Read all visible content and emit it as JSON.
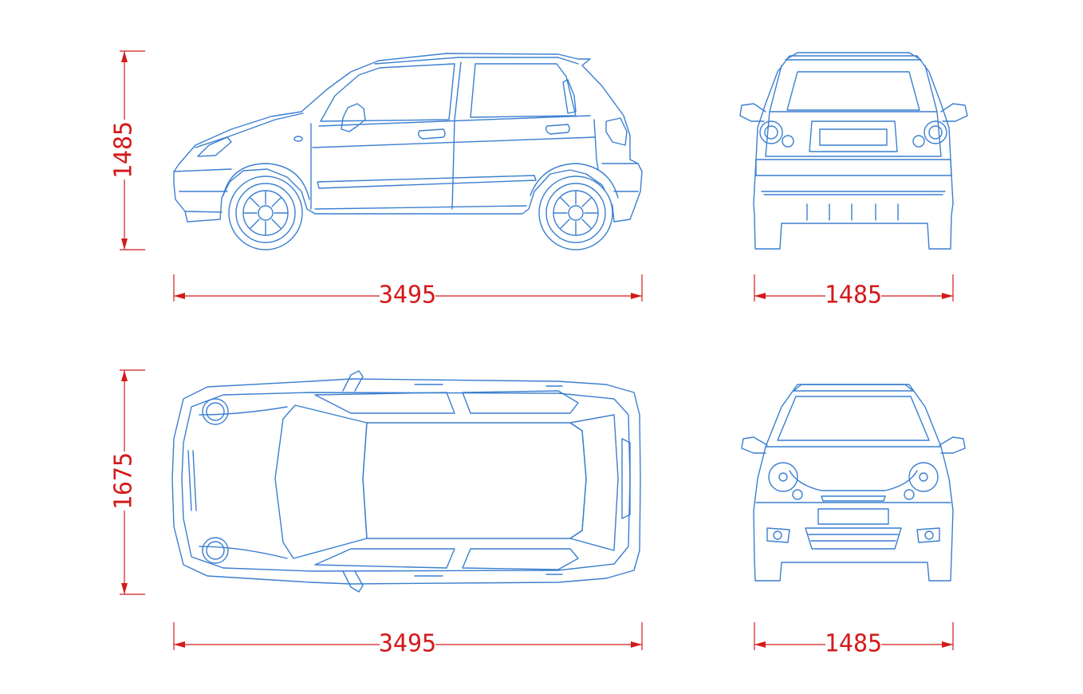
{
  "views": [
    "side",
    "rear",
    "top",
    "front"
  ],
  "colors": {
    "outline": "#3a7fd0",
    "dimension": "#d41a1a",
    "background": "#ffffff"
  },
  "dimensions": {
    "side_height": "1485",
    "side_length": "3495",
    "rear_width": "1485",
    "top_width": "1675",
    "top_length": "3495",
    "front_width": "1485"
  }
}
